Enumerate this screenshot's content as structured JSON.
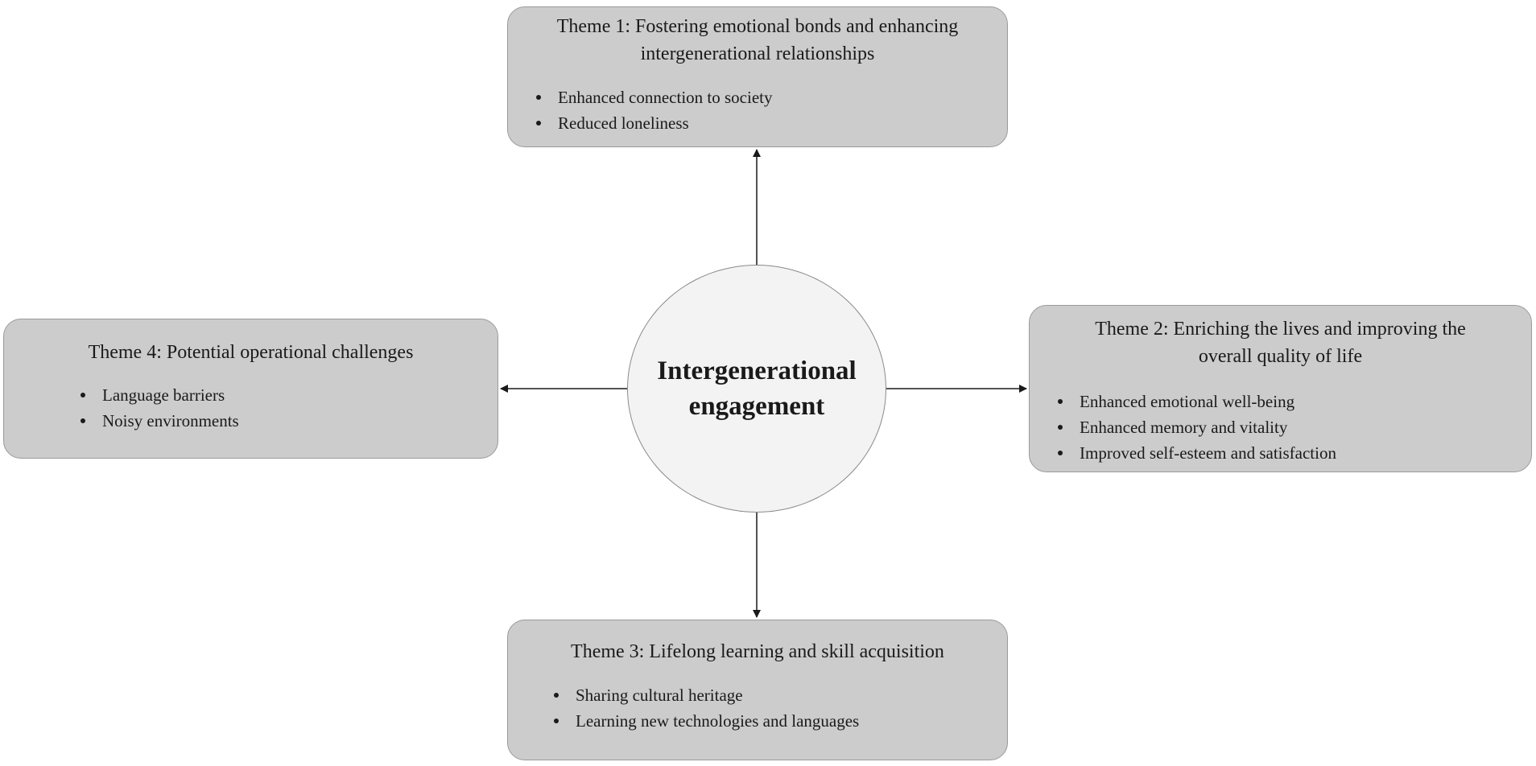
{
  "center": {
    "label": "Intergenerational\nengagement"
  },
  "themes": [
    {
      "title": "Theme 1: Fostering emotional bonds and enhancing\nintergenerational relationships",
      "items": [
        "Enhanced connection to society",
        "Reduced loneliness"
      ]
    },
    {
      "title": "Theme 2: Enriching the lives and improving the\noverall quality of life",
      "items": [
        "Enhanced emotional well-being",
        "Enhanced memory and vitality",
        "Improved self-esteem and satisfaction"
      ]
    },
    {
      "title": "Theme 3: Lifelong learning and skill acquisition",
      "items": [
        "Sharing cultural heritage",
        "Learning new technologies and languages"
      ]
    },
    {
      "title": "Theme 4: Potential operational challenges",
      "items": [
        "Language barriers",
        "Noisy environments"
      ]
    }
  ],
  "colors": {
    "box_fill": "#cccccc",
    "box_border": "#9a9a9a",
    "center_fill": "#f3f3f3",
    "arrow": "#1a1a1a"
  }
}
